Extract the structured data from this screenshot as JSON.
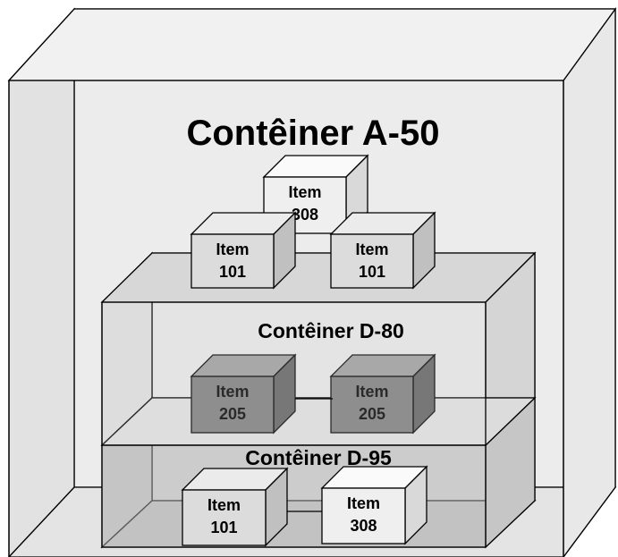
{
  "diagram": {
    "outer_container": {
      "label": "Contêiner A-50",
      "fill": "#eaeaea",
      "side_fill": "#e0e0e0"
    },
    "middle_container": {
      "label": "Contêiner D-80",
      "fill": "#e6e6e6"
    },
    "lower_container": {
      "label": "Contêiner D-95",
      "fill": "#c9c9c9"
    },
    "items": [
      {
        "line1": "Item",
        "line2": "308",
        "shade": "light"
      },
      {
        "line1": "Item",
        "line2": "101",
        "shade": "medium"
      },
      {
        "line1": "Item",
        "line2": "101",
        "shade": "medium"
      },
      {
        "line1": "Item",
        "line2": "205",
        "shade": "dark"
      },
      {
        "line1": "Item",
        "line2": "205",
        "shade": "dark"
      },
      {
        "line1": "Item",
        "line2": "101",
        "shade": "medium"
      },
      {
        "line1": "Item",
        "line2": "308",
        "shade": "light"
      }
    ],
    "shades": {
      "light": [
        "#efefef",
        "#fafafa",
        "#d9d9d9"
      ],
      "medium": [
        "#dcdcdc",
        "#ebebeb",
        "#c0c0c0"
      ],
      "dark": [
        "#7a7a7a",
        "#9a9a9a",
        "#5e5e5e"
      ]
    }
  }
}
